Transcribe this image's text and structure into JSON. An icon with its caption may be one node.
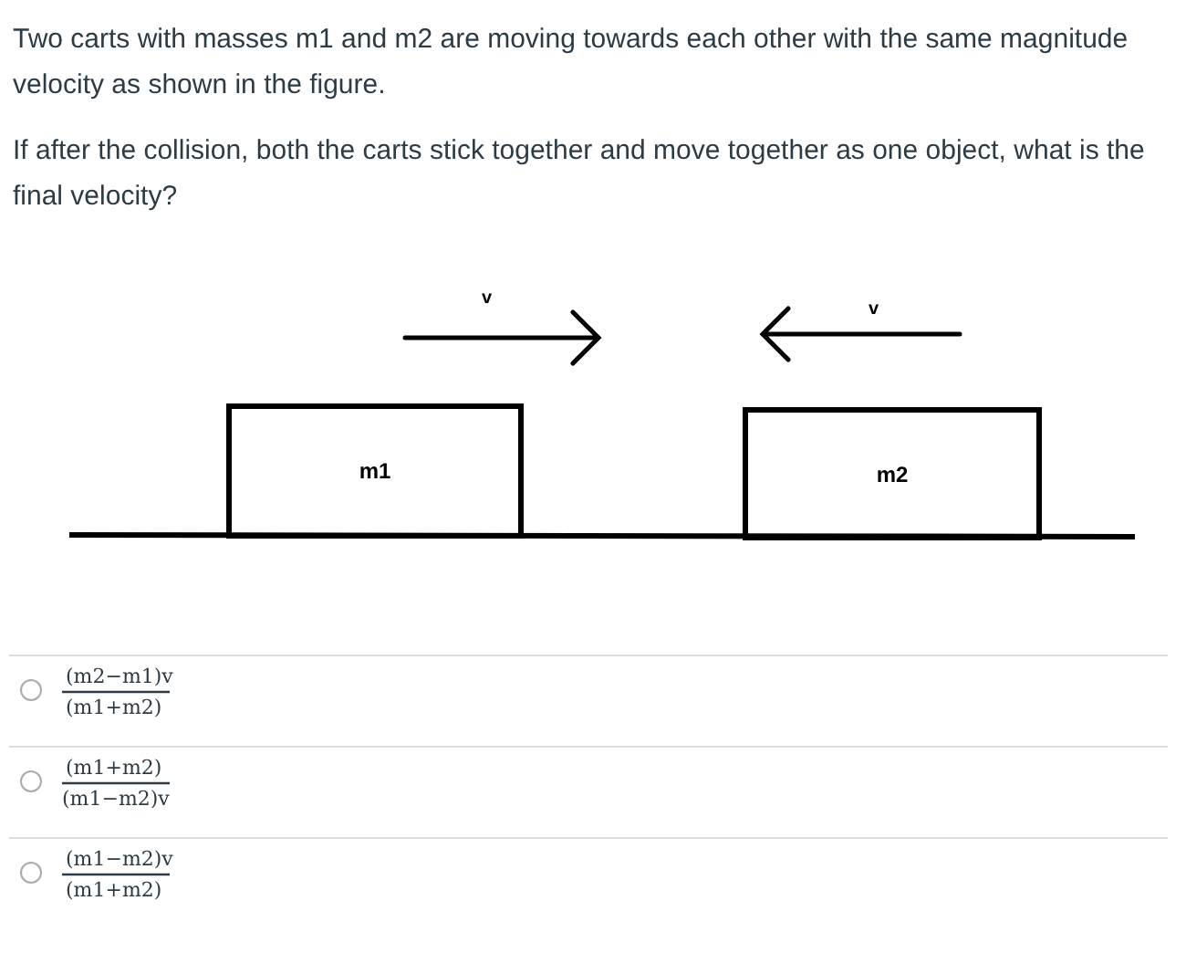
{
  "diagram": {
    "nodes": [
      {
        "text": [
          "m1"
        ]
      },
      {
        "text": [
          "m2"
        ]
      }
    ],
    "edges": [],
    "labels": [
      "Two carts with masses m1 and m2 are moving towards each other with the same magnitude velocity as shown in the figure.",
      "If after the collision, both the carts stick together and move together as one object, what is the final velocity?",
      "v",
      "v",
      "(m2−m1)v",
      "(m1+m2)",
      "(m1+m2)",
      "(m1−m2)v",
      "(m1−m2)v",
      "(m1+m2)"
    ]
  }
}
